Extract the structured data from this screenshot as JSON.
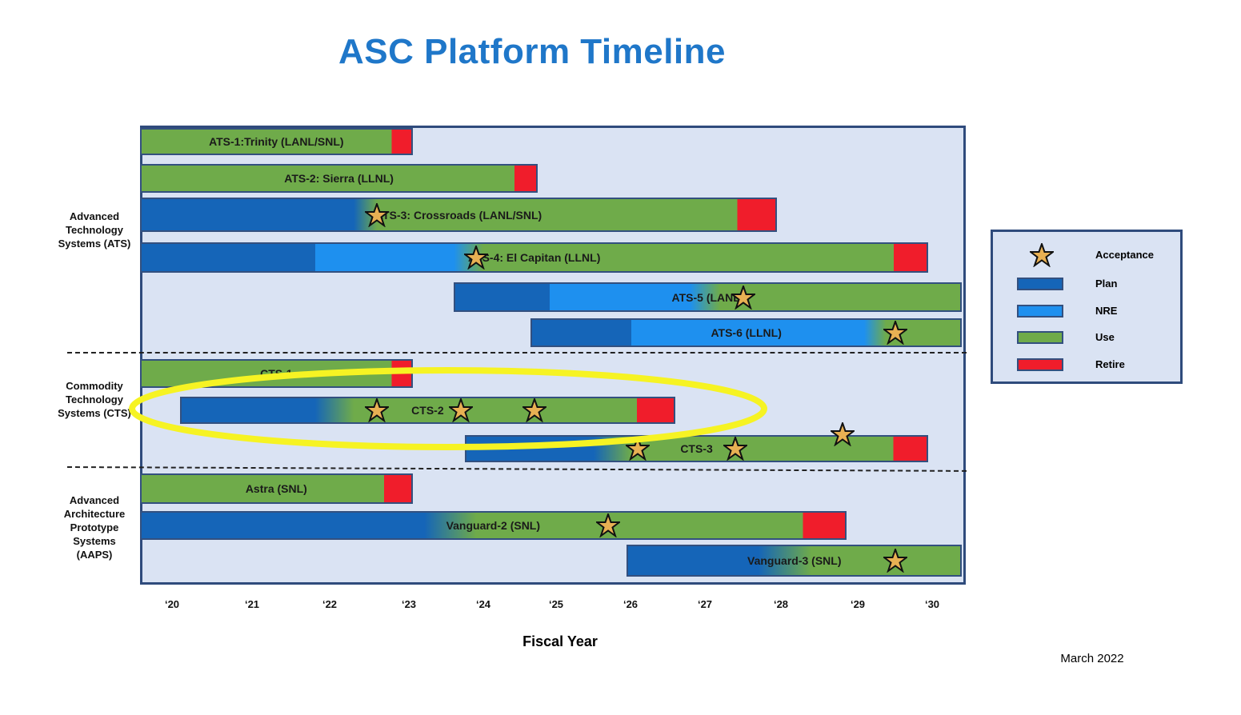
{
  "title": "ASC Platform Timeline",
  "chart_data": {
    "type": "timeline",
    "title": "ASC Platform Timeline",
    "xlabel": "Fiscal Year",
    "tick_labels": [
      "‘20",
      "‘21",
      "‘22",
      "‘23",
      "‘24",
      "‘25",
      "‘26",
      "‘27",
      "‘28",
      "‘29",
      "‘30"
    ],
    "tick_years": [
      2020,
      2021,
      2022,
      2023,
      2024,
      2025,
      2026,
      2027,
      2028,
      2029,
      2030
    ],
    "xlim": [
      2019.6,
      2030.4
    ],
    "groups": [
      {
        "label": "Advanced Technology Systems (ATS)"
      },
      {
        "label": "Commodity Technology Systems (CTS)"
      },
      {
        "label": "Advanced Architecture Prototype Systems (AAPS)"
      }
    ],
    "platforms": [
      {
        "name": "ATS-1:Trinity (LANL/SNL)",
        "group": 0,
        "start": 2019.6,
        "end": 2023.05,
        "phases": [
          {
            "type": "use",
            "start": 2019.6,
            "end": 2022.8
          },
          {
            "type": "retire",
            "start": 2022.8,
            "end": 2023.05
          }
        ],
        "acceptance": []
      },
      {
        "name": "ATS-2: Sierra (LLNL)",
        "group": 0,
        "start": 2019.6,
        "end": 2024.75,
        "phases": [
          {
            "type": "use",
            "start": 2019.6,
            "end": 2024.45
          },
          {
            "type": "retire",
            "start": 2024.45,
            "end": 2024.75
          }
        ],
        "acceptance": []
      },
      {
        "name": "ATS-3: Crossroads (LANL/SNL)",
        "group": 0,
        "start": 2019.6,
        "end": 2027.95,
        "phases": [
          {
            "type": "plan",
            "start": 2019.6,
            "end": 2022.3
          },
          {
            "type": "use",
            "start": 2022.6,
            "end": 2027.45
          },
          {
            "type": "retire",
            "start": 2027.45,
            "end": 2027.95
          }
        ],
        "acceptance": [
          2022.6
        ]
      },
      {
        "name": "ATS-4: El Capitan (LLNL)",
        "group": 0,
        "start": 2019.6,
        "end": 2029.95,
        "phases": [
          {
            "type": "plan",
            "start": 2019.6,
            "end": 2021.8
          },
          {
            "type": "nre",
            "start": 2021.8,
            "end": 2023.6
          },
          {
            "type": "use",
            "start": 2024.0,
            "end": 2029.5
          },
          {
            "type": "retire",
            "start": 2029.5,
            "end": 2029.95
          }
        ],
        "acceptance": [
          2023.9
        ]
      },
      {
        "name": "ATS-5 (LANL)",
        "group": 0,
        "start": 2023.6,
        "end": 2030.4,
        "phases": [
          {
            "type": "plan",
            "start": 2023.6,
            "end": 2024.9
          },
          {
            "type": "nre",
            "start": 2024.9,
            "end": 2026.8
          },
          {
            "type": "use",
            "start": 2027.2,
            "end": 2030.4
          }
        ],
        "acceptance": [
          2027.5
        ]
      },
      {
        "name": "ATS-6 (LLNL)",
        "group": 0,
        "start": 2024.65,
        "end": 2030.4,
        "phases": [
          {
            "type": "plan",
            "start": 2024.65,
            "end": 2026.0
          },
          {
            "type": "nre",
            "start": 2026.0,
            "end": 2029.1
          },
          {
            "type": "use",
            "start": 2029.4,
            "end": 2030.4
          }
        ],
        "acceptance": [
          2029.5
        ]
      },
      {
        "name": "CTS-1",
        "group": 1,
        "start": 2019.6,
        "end": 2023.05,
        "phases": [
          {
            "type": "use",
            "start": 2019.6,
            "end": 2022.8
          },
          {
            "type": "retire",
            "start": 2022.8,
            "end": 2023.05
          }
        ],
        "acceptance": []
      },
      {
        "name": "CTS-2",
        "group": 1,
        "start": 2020.1,
        "end": 2026.6,
        "phases": [
          {
            "type": "plan",
            "start": 2020.1,
            "end": 2021.8
          },
          {
            "type": "use",
            "start": 2022.3,
            "end": 2026.1
          },
          {
            "type": "retire",
            "start": 2026.1,
            "end": 2026.6
          }
        ],
        "acceptance": [
          2022.6,
          2023.7,
          2024.7
        ]
      },
      {
        "name": "CTS-3",
        "group": 1,
        "start": 2023.75,
        "end": 2029.95,
        "phases": [
          {
            "type": "plan",
            "start": 2023.75,
            "end": 2025.5
          },
          {
            "type": "use",
            "start": 2026.0,
            "end": 2029.5
          },
          {
            "type": "retire",
            "start": 2029.5,
            "end": 2029.95
          }
        ],
        "acceptance": [
          2026.1,
          2027.4,
          2028.8
        ]
      },
      {
        "name": "Astra (SNL)",
        "group": 2,
        "start": 2019.6,
        "end": 2023.05,
        "phases": [
          {
            "type": "use",
            "start": 2019.6,
            "end": 2022.7
          },
          {
            "type": "retire",
            "start": 2022.7,
            "end": 2023.05
          }
        ],
        "acceptance": []
      },
      {
        "name": "Vanguard-2 (SNL)",
        "group": 2,
        "start": 2019.6,
        "end": 2028.85,
        "phases": [
          {
            "type": "plan",
            "start": 2019.6,
            "end": 2023.2
          },
          {
            "type": "use",
            "start": 2023.9,
            "end": 2028.3
          },
          {
            "type": "retire",
            "start": 2028.3,
            "end": 2028.85
          }
        ],
        "acceptance": [
          2025.7
        ]
      },
      {
        "name": "Vanguard-3 (SNL)",
        "group": 2,
        "start": 2025.95,
        "end": 2030.4,
        "phases": [
          {
            "type": "plan",
            "start": 2025.95,
            "end": 2027.7
          },
          {
            "type": "use",
            "start": 2028.4,
            "end": 2030.4
          }
        ],
        "acceptance": [
          2029.5
        ]
      }
    ],
    "highlight": "CTS-2",
    "grid": false
  },
  "legend": {
    "items": [
      {
        "label": "Acceptance",
        "kind": "star"
      },
      {
        "label": "Plan",
        "kind": "plan",
        "color": "#1565b8"
      },
      {
        "label": "NRE",
        "kind": "nre",
        "color": "#1e90ef"
      },
      {
        "label": "Use",
        "kind": "use",
        "color": "#6fab4a"
      },
      {
        "label": "Retire",
        "kind": "retire",
        "color": "#f01d2b"
      }
    ]
  },
  "colors": {
    "plan": "#1565b8",
    "nre": "#1e90ef",
    "use": "#6fab4a",
    "retire": "#f01d2b",
    "star_fill": "#e8b053",
    "highlight": "#f6f323",
    "background": "#dae3f3",
    "title": "#1f77c9"
  },
  "date_note": "March 2022"
}
